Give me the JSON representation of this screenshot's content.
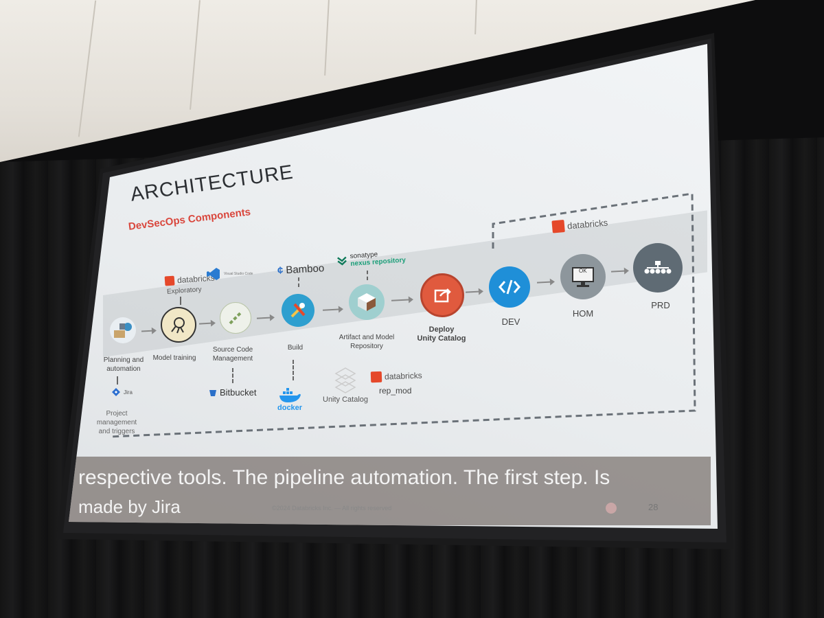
{
  "slide": {
    "title": "ARCHITECTURE",
    "subtitle": "DevSecOps Components",
    "stages": [
      {
        "id": "planning",
        "label": "Planning and\nautomation",
        "color": "#3a8fc4"
      },
      {
        "id": "training",
        "label": "Model training",
        "color": "#e8d8a8"
      },
      {
        "id": "scm",
        "label": "Source Code\nManagement",
        "color": "#e4e8de"
      },
      {
        "id": "build",
        "label": "Build",
        "color": "#2e9fcf"
      },
      {
        "id": "artifact",
        "label": "Artifact and Model\nRepository",
        "color": "#8fc7c8"
      },
      {
        "id": "deploy",
        "label": "Deploy\nUnity Catalog",
        "color": "#e05a3e"
      },
      {
        "id": "dev",
        "label": "DEV",
        "color": "#1f8fd8"
      },
      {
        "id": "hom",
        "label": "HOM",
        "color": "#8d969c"
      },
      {
        "id": "prd",
        "label": "PRD",
        "color": "#5f6b74"
      }
    ],
    "tools": {
      "databricks_top": "databricks",
      "vscode": "Visual Studio Code",
      "exploratory": "Exploratory",
      "bamboo": "Bamboo",
      "sonatype": "sonatype",
      "nexus": "nexus repository",
      "databricks_right": "databricks",
      "jira": "Jira",
      "project_mgmt": "Project management\nand triggers",
      "bitbucket": "Bitbucket",
      "docker": "docker",
      "unity_catalog": "Unity Catalog",
      "databricks_bottom": "databricks",
      "rep_mod": "rep_mod"
    },
    "hom_screen_text": "OK",
    "footer": "©2024 Databricks Inc. — All rights reserved",
    "page_number": "28"
  },
  "caption": {
    "line1": "respective tools. The pipeline automation. The first step. Is",
    "line2": "made by Jira"
  },
  "colors": {
    "accent_red": "#d9473d",
    "databricks_red": "#e5482a",
    "caption_bg": "#78706c"
  }
}
